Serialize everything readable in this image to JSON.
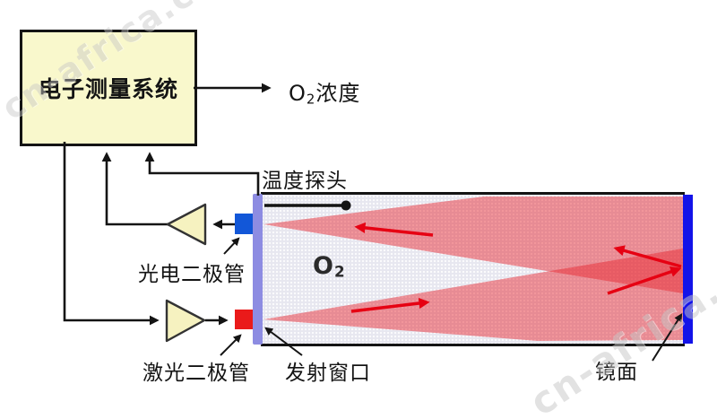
{
  "diagram": {
    "measurement_box": "电子测量系统",
    "output_label": {
      "base": "O",
      "sub": "2",
      "rest": "浓度"
    },
    "temp_probe_label": "温度探头",
    "photodiode_label": "光电二极管",
    "laser_diode_label": "激光二极管",
    "emission_window_label": "发射窗口",
    "mirror_label": "镜面",
    "gas_label": {
      "base": "O",
      "sub": "2"
    }
  },
  "watermark": {
    "text": "cn-africa.cn"
  },
  "colors": {
    "box-fill": "#f9f8cc",
    "amp-fill": "#f6f2c0",
    "wire": "#141414",
    "wall": "#8d8ce2",
    "mirror": "#1313e8",
    "photodiode": "#1257d8",
    "laser": "#ea1a1a",
    "beam": "#e82830",
    "arrow-red": "#e60012",
    "chamber-bg": "#e7e7f0",
    "text": "#141414"
  }
}
